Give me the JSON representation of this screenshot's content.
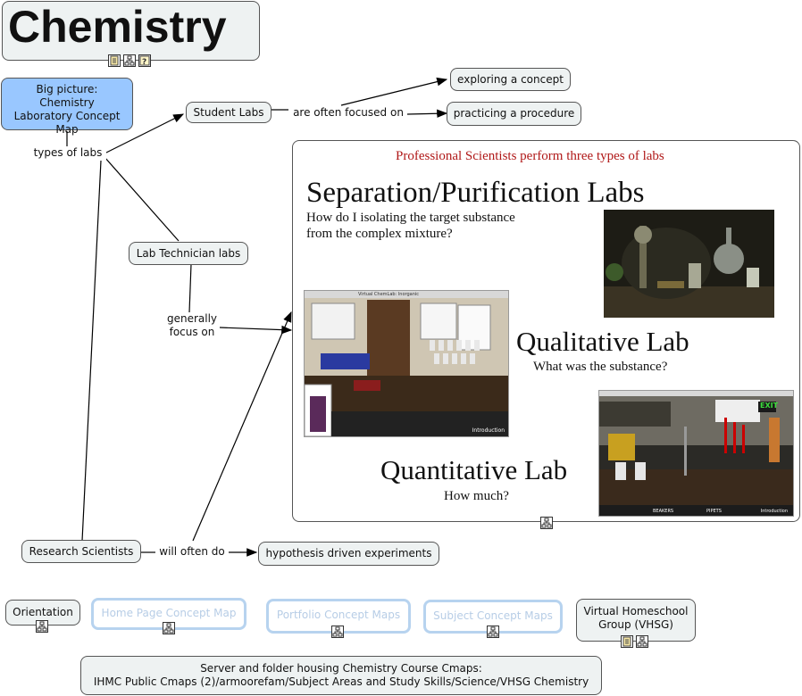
{
  "title": "Chemistry",
  "nodes": {
    "big_picture": "Big picture: Chemistry Laboratory Concept Map",
    "student_labs": "Student Labs",
    "exploring": "exploring a concept",
    "practicing": "practicing a procedure",
    "lab_tech": "Lab Technician labs",
    "research": "Research Scientists",
    "hypothesis": "hypothesis driven experiments",
    "orientation": "Orientation",
    "vhsg": "Virtual Homeschool Group (VHSG)",
    "server_line1": "Server and folder housing Chemistry Course Cmaps:",
    "server_line2": "IHMC Public Cmaps (2)/armoorefam/Subject Areas and Study Skills/Science/VHSG Chemistry"
  },
  "ghost_links": {
    "home": "Home Page Concept Map",
    "portfolio": "Portfolio Concept Maps",
    "subject": "Subject Concept Maps"
  },
  "links": {
    "types_of_labs": "types of labs",
    "often_focused": "are often focused on",
    "generally_focus": "generally focus on",
    "will_often_do": "will often do"
  },
  "panel": {
    "heading": "Professional Scientists perform three types of labs",
    "sep_title": "Separation/Purification Labs",
    "sep_q1": "How do I isolating the target substance",
    "sep_q2": "from the complex mixture?",
    "qual_title": "Qualitative Lab",
    "qual_q": "What was the substance?",
    "quant_title": "Quantitative Lab",
    "quant_q": "How much?",
    "img1_caption": "Virtual ChemLab: Inorganic",
    "img1_tab": "Introduction",
    "img2_exit": "EXIT",
    "img2_tabs": [
      "BEAKERS",
      "PIPETS",
      "Introduction"
    ]
  },
  "icons": [
    "document-icon",
    "concept-map-icon",
    "help-icon"
  ],
  "colors": {
    "highlight_node": "#99c7ff",
    "heading_red": "#b01818",
    "ghost_border": "#b7d3ef"
  }
}
